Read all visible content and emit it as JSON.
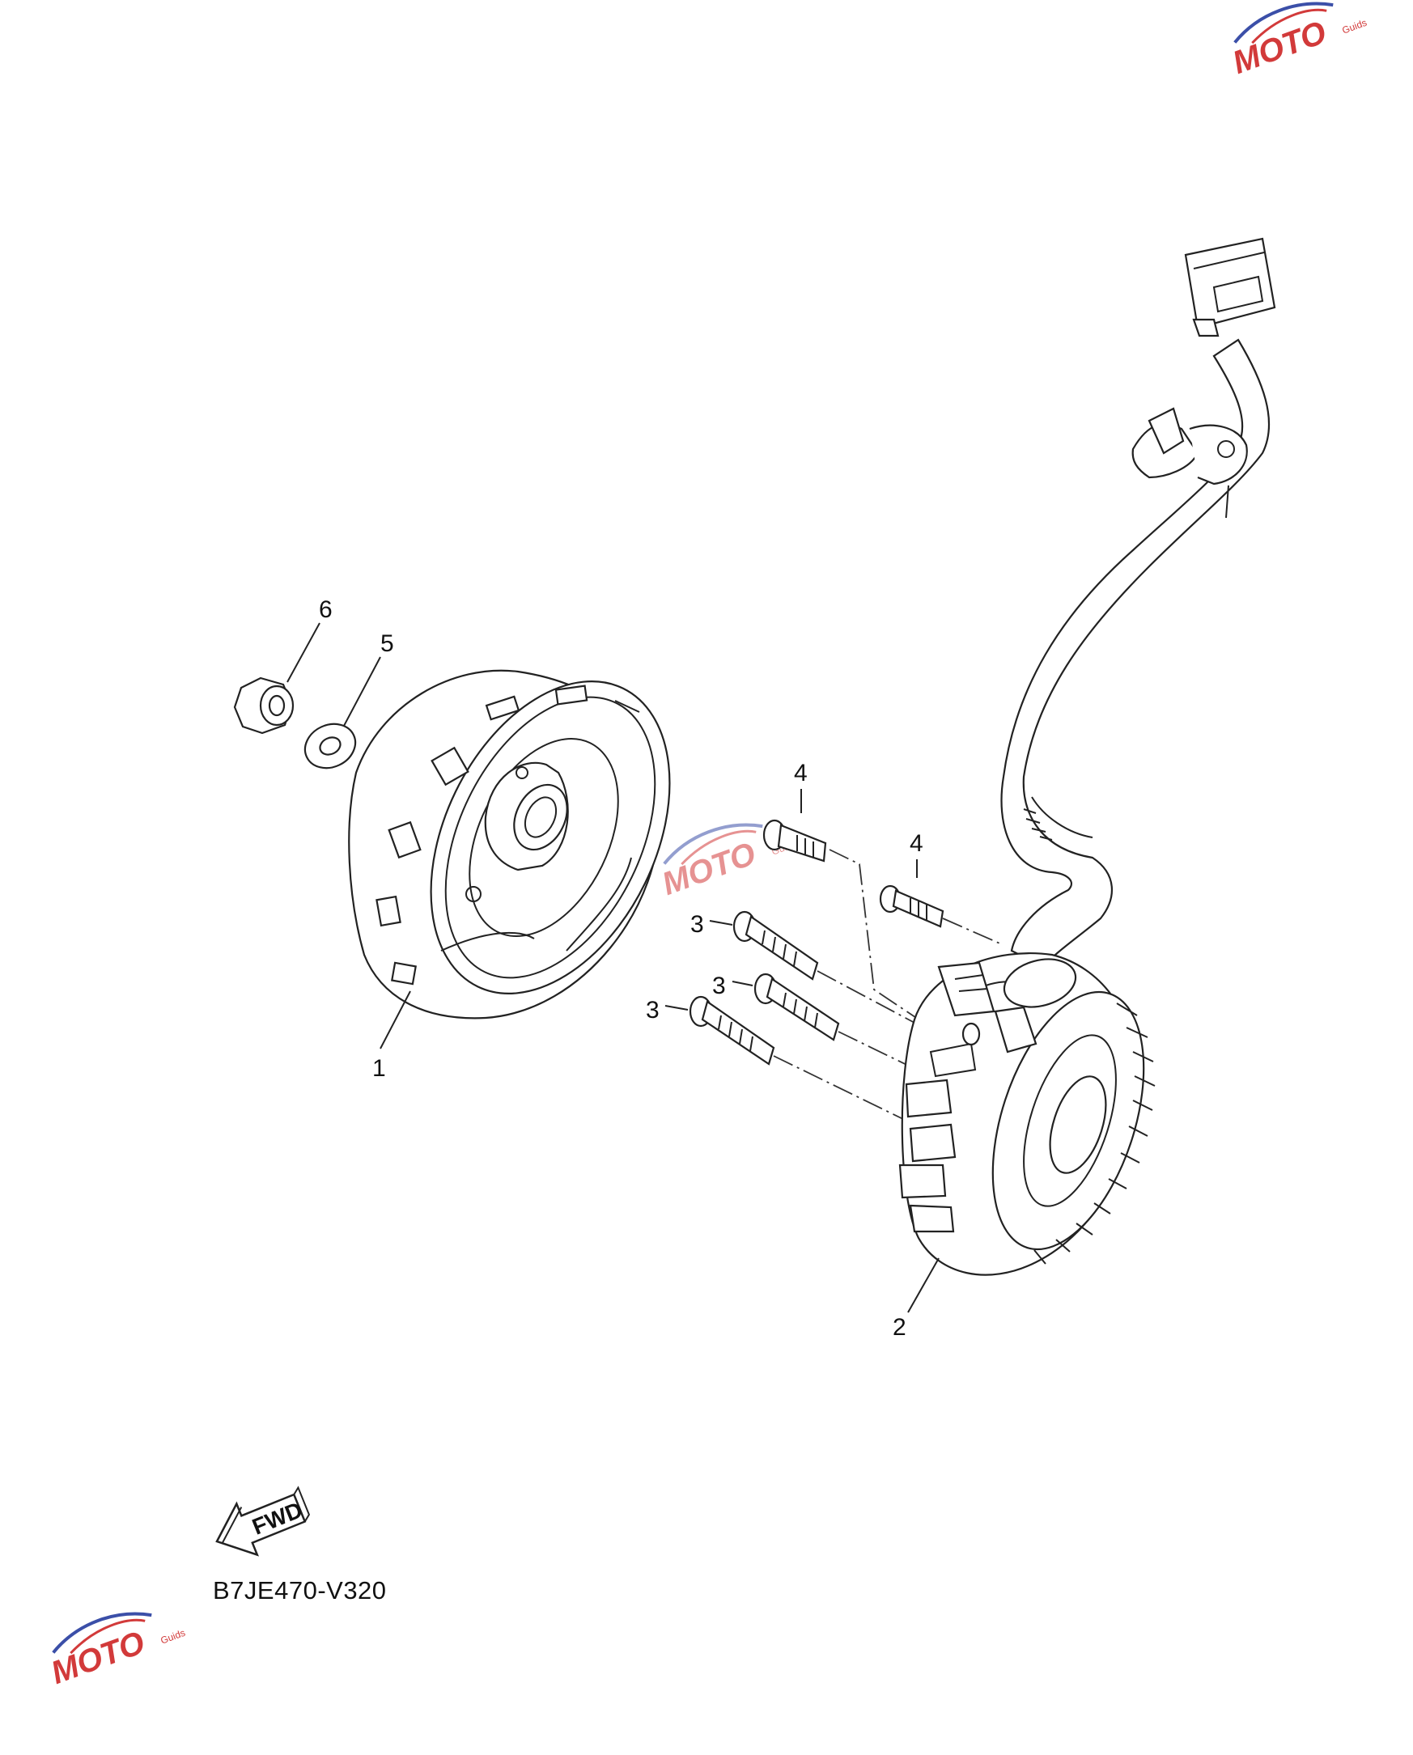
{
  "diagram": {
    "callouts": [
      {
        "id": "1",
        "label": "1"
      },
      {
        "id": "2",
        "label": "2"
      },
      {
        "id": "3a",
        "label": "3"
      },
      {
        "id": "3b",
        "label": "3"
      },
      {
        "id": "3c",
        "label": "3"
      },
      {
        "id": "4a",
        "label": "4"
      },
      {
        "id": "4b",
        "label": "4"
      },
      {
        "id": "5",
        "label": "5"
      },
      {
        "id": "6",
        "label": "6"
      }
    ],
    "fwd_label": "FWD",
    "drawing_code": "B7JE470-V320",
    "watermark": {
      "text": "MOTO",
      "subtext": "Guids",
      "colors": {
        "blue": "#3b4fa8",
        "red": "#d23a3a",
        "grey": "#9a9a9a"
      }
    }
  }
}
